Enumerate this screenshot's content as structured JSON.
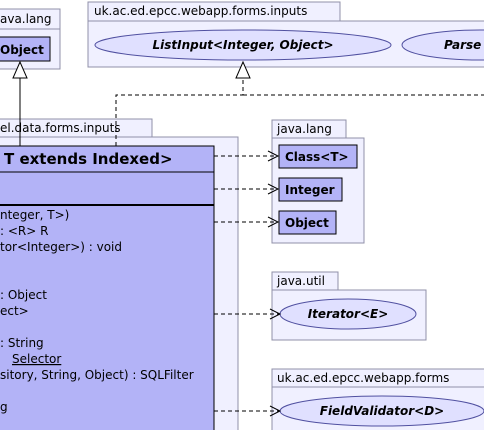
{
  "packages": {
    "java_lang_top": {
      "label": "ava.lang"
    },
    "webapp_forms_inputs": {
      "label": "uk.ac.ed.epcc.webapp.forms.inputs"
    },
    "data_forms_inputs": {
      "label": "el.data.forms.inputs"
    },
    "java_lang_right": {
      "label": "java.lang"
    },
    "java_util": {
      "label": "java.util"
    },
    "webapp_forms": {
      "label": "uk.ac.ed.epcc.webapp.forms"
    }
  },
  "classes": {
    "object_top": "Object",
    "class_t": "Class<T>",
    "integer": "Integer",
    "object_right": "Object"
  },
  "interfaces": {
    "list_input": "ListInput<Integer, Object>",
    "parse": "Parse",
    "iterator": "Iterator<E>",
    "field_validator": "FieldValidator<D>"
  },
  "main_class": {
    "title": "T extends Indexed>",
    "members": [
      {
        "text": "nteger, T>)",
        "underline": false
      },
      {
        "text": ": <R> R",
        "underline": false
      },
      {
        "text": "tor<Integer>) : void",
        "underline": false
      },
      {
        "text": "",
        "underline": false
      },
      {
        "text": "",
        "underline": false
      },
      {
        "text": ": Object",
        "underline": false
      },
      {
        "text": "ect>",
        "underline": false
      },
      {
        "text": "",
        "underline": false
      },
      {
        "text": ": String",
        "underline": false
      },
      {
        "text": "Selector",
        "underline": true
      },
      {
        "text": "sitory, String, Object) : SQLFilter",
        "underline": false
      },
      {
        "text": "",
        "underline": false
      },
      {
        "text": "g",
        "underline": false
      }
    ]
  }
}
